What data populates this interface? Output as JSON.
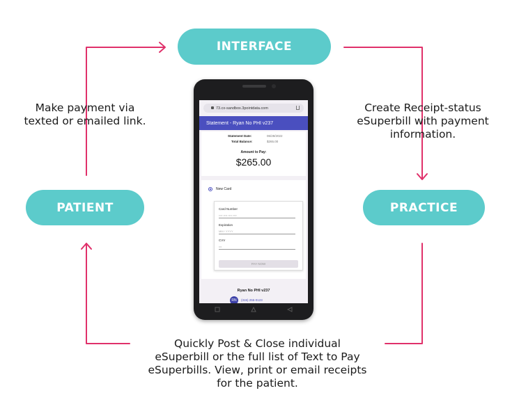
{
  "nodes": {
    "interface": "INTERFACE",
    "patient": "PATIENT",
    "practice": "PRACTICE"
  },
  "captions": {
    "top_left": [
      "Make payment via",
      "texted or emailed link."
    ],
    "top_right": [
      "Create Receipt-status",
      "eSuperbill with payment",
      "information."
    ],
    "bottom": [
      "Quickly Post & Close individual",
      "eSuperbill or the full list of Text to Pay",
      "eSuperbills. View, print or email receipts",
      "for the patient."
    ]
  },
  "phone": {
    "url": "73.cx-sandbox.3pointdata.com",
    "header_title": "Statement - Ryan No PHI v237",
    "statement_date_label": "Statement Date:",
    "statement_date_value": "06/28/2022",
    "total_balance_label": "Total Balance:",
    "total_balance_value": "$265.00",
    "amount_label": "Amount to Pay:",
    "amount_value": "$265.00",
    "new_card_label": "New Card",
    "card_number_label": "Card Number",
    "card_number_placeholder": "•••• •••• •••• ••••",
    "expiration_label": "Expiration",
    "expiration_placeholder": "MM / YYYY",
    "cvv_label": "CVV",
    "cvv_placeholder": "•••",
    "pay_now_label": "PAY NOW",
    "patient_name": "Ryan No PHI v237",
    "avatar_initials": "RN",
    "phone_number": "(315) 255-0123"
  },
  "colors": {
    "pill": "#5ccbcb",
    "arrow": "#e0306a",
    "header": "#4a4fbf"
  }
}
